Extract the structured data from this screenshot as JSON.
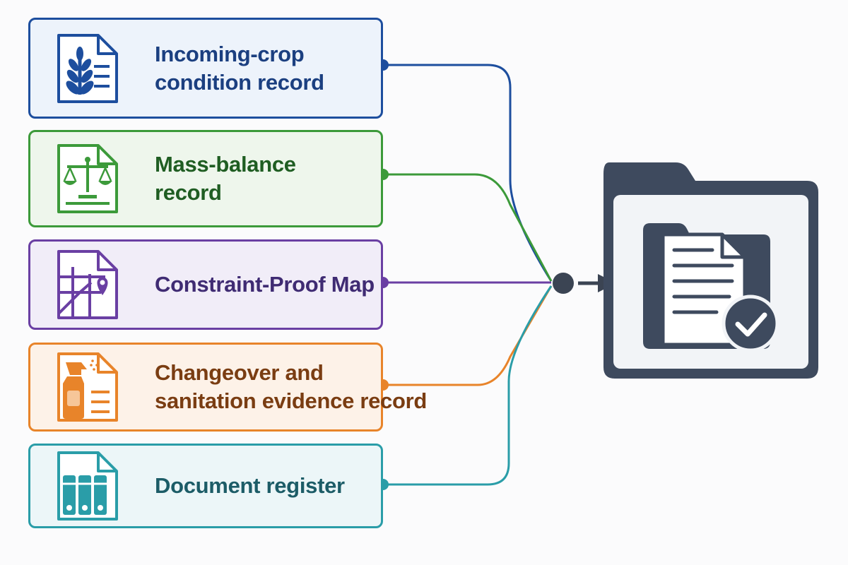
{
  "records": [
    {
      "id": "incoming-crop",
      "label_lines": [
        "Incoming-crop",
        "condition record"
      ],
      "color": "#1d4e9e",
      "icon": "wheat-document-icon"
    },
    {
      "id": "mass-balance",
      "label_lines": [
        "Mass-balance",
        "record"
      ],
      "color": "#3c9a3a",
      "icon": "scales-document-icon"
    },
    {
      "id": "constraint-proof",
      "label_lines": [
        "Constraint-Proof Map"
      ],
      "color": "#6a3fa3",
      "icon": "map-pin-document-icon"
    },
    {
      "id": "changeover",
      "label_lines": [
        "Changeover and",
        "sanitation evidence record"
      ],
      "color": "#e8842a",
      "icon": "spray-bottle-document-icon"
    },
    {
      "id": "document-register",
      "label_lines": [
        "Document register"
      ],
      "color": "#2a9da8",
      "icon": "binders-document-icon"
    }
  ],
  "merge_color": "#3b4453",
  "folder": {
    "icon": "folder-with-approved-document-icon",
    "color": "#3e4a5e",
    "badge_icon": "checkmark-icon"
  }
}
